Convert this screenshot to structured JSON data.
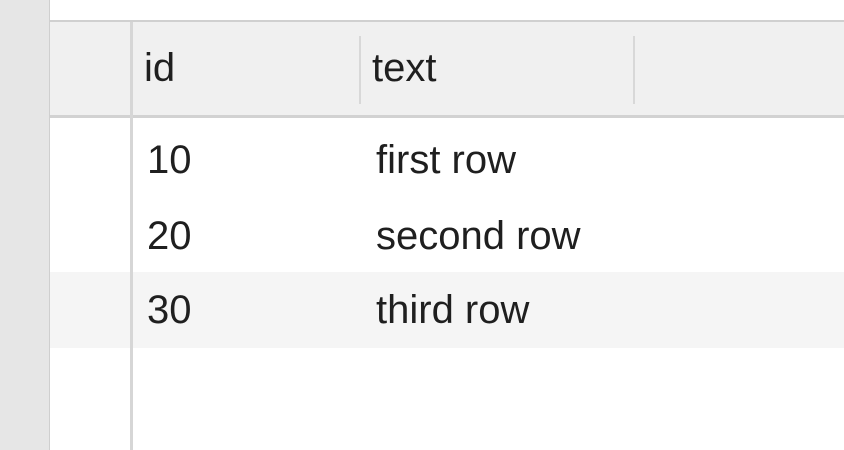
{
  "table": {
    "columns": [
      "id",
      "text"
    ],
    "rows": [
      {
        "id": "10",
        "text": "first row"
      },
      {
        "id": "20",
        "text": "second row"
      },
      {
        "id": "30",
        "text": "third row"
      }
    ]
  }
}
